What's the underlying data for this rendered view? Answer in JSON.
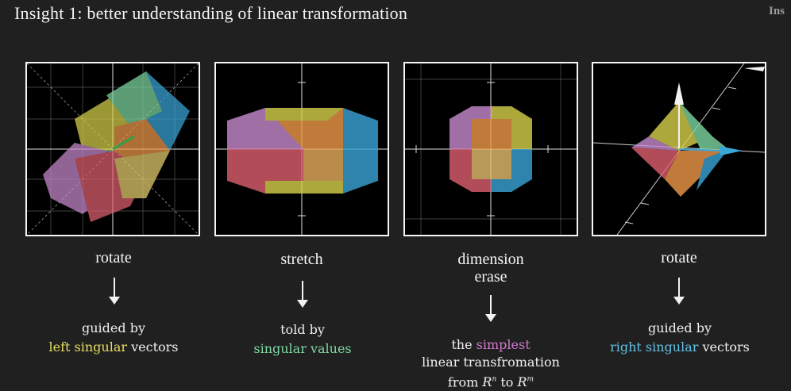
{
  "title": "Insight 1: better understanding of linear transformation",
  "corner_text": "Ins",
  "steps": [
    {
      "label": "rotate",
      "caption": {
        "before": "guided by",
        "highlight": "left singular",
        "after": "vectors"
      }
    },
    {
      "label": "stretch",
      "caption": {
        "before": "told by",
        "highlight": "singular values"
      }
    },
    {
      "label_line1": "dimension",
      "label_line2": "erase",
      "caption": {
        "prefix": "the",
        "highlight": "simplest",
        "line2": "linear transfromation",
        "line3_from": "from",
        "space_1": "R",
        "space_1_exp": "n",
        "line3_to": "to",
        "space_2": "R",
        "space_2_exp": "m"
      }
    },
    {
      "label": "rotate",
      "caption": {
        "before": "guided by",
        "highlight": "right singular",
        "after": "vectors"
      }
    }
  ],
  "colors": {
    "background": "#202020",
    "left_singular": "#e7df62",
    "singular_values": "#7fd8a2",
    "simplest": "#d27ad2",
    "right_singular": "#62c0e4",
    "cube_yellow": "#d9d24a",
    "cube_orange": "#f09a4a",
    "cube_pink": "#c98bd0",
    "cube_blue": "#3aa6d8",
    "cube_red": "#e06070"
  }
}
